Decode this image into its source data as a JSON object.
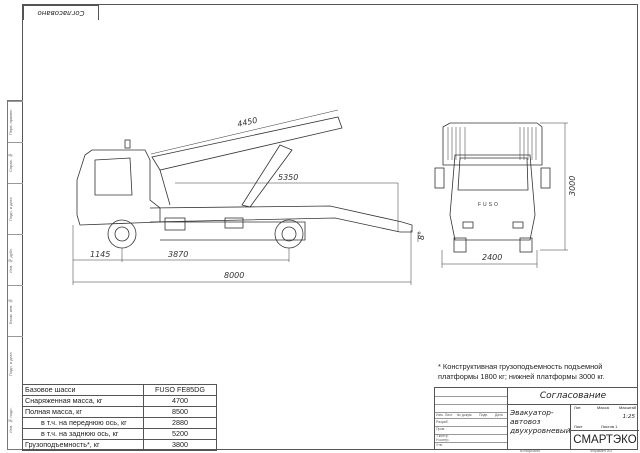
{
  "stamp_top": "Согласовано",
  "side_stamps": [
    "Перв. примен.",
    "Справ. №",
    "Подп. и дата",
    "Инв. № дубл.",
    "Взам. инв. №",
    "Подп. и дата",
    "Инв. № подл."
  ],
  "dimensions": {
    "platform_length": "4450",
    "lower_platform": "5350",
    "front_overhang": "1145",
    "wheelbase": "3870",
    "overall_length": "8000",
    "angle": "8°",
    "width": "2400",
    "height": "3000"
  },
  "truck_brand": "FUSO",
  "spec_table": [
    {
      "label": "Базовое шасси",
      "value": "FUSO FE85DG",
      "indent": false
    },
    {
      "label": "Снаряженная масса, кг",
      "value": "4700",
      "indent": false
    },
    {
      "label": "Полная масса, кг",
      "value": "8500",
      "indent": false
    },
    {
      "label": "в т.ч. на переднюю ось, кг",
      "value": "2880",
      "indent": true
    },
    {
      "label": "в т.ч. на заднюю ось, кг",
      "value": "5200",
      "indent": true
    },
    {
      "label": "Грузоподъемность*, кг",
      "value": "3800",
      "indent": false
    }
  ],
  "note": "* Конструктивная грузоподъемность подъемной платформы 1800 кг; нижней платформы 3000 кг.",
  "title_block": {
    "agreement": "Согласование",
    "name_line1": "Эвакуатор-автовоз",
    "name_line2": "двухуровневый",
    "col_headers": [
      "Лит.",
      "Масса",
      "Масштаб"
    ],
    "scale": "1:25",
    "sheet": "Лист",
    "sheets": "Листов 1",
    "company": "СМАРТЭКО",
    "left_labels": [
      "Изм.",
      "Лист",
      "№ докум.",
      "Подп.",
      "Дата",
      "Разраб.",
      "Пров.",
      "Т.контр.",
      "Н.контр.",
      "Утв."
    ],
    "copied": "Копировал",
    "format": "Формат А3"
  }
}
